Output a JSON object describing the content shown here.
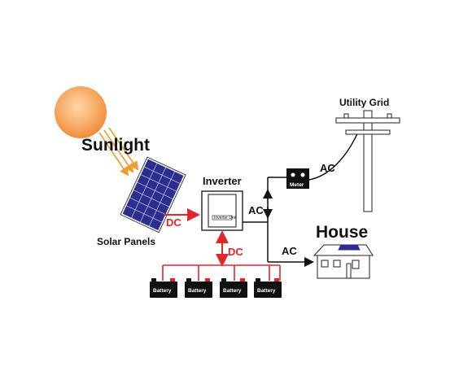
{
  "labels": {
    "sunlight": "Sunlight",
    "solar_panels": "Solar Panels",
    "inverter": "Inverter",
    "inverter_plate": "Inverter Unit",
    "utility_grid": "Utility Grid",
    "meter": "Meter",
    "house": "House",
    "dc_panel": "DC",
    "dc_battery": "DC",
    "ac_grid_line": "AC",
    "ac_junction": "AC",
    "ac_house": "AC"
  },
  "batteries": [
    {
      "label": "Battery"
    },
    {
      "label": "Battery"
    },
    {
      "label": "Battery"
    },
    {
      "label": "Battery"
    }
  ],
  "colors": {
    "dc_arrow": "#e3262b",
    "sun": "#f39a4b",
    "sun_rays": "#f29a2e",
    "panel": "#2b2d8f",
    "wire": "#111111"
  }
}
